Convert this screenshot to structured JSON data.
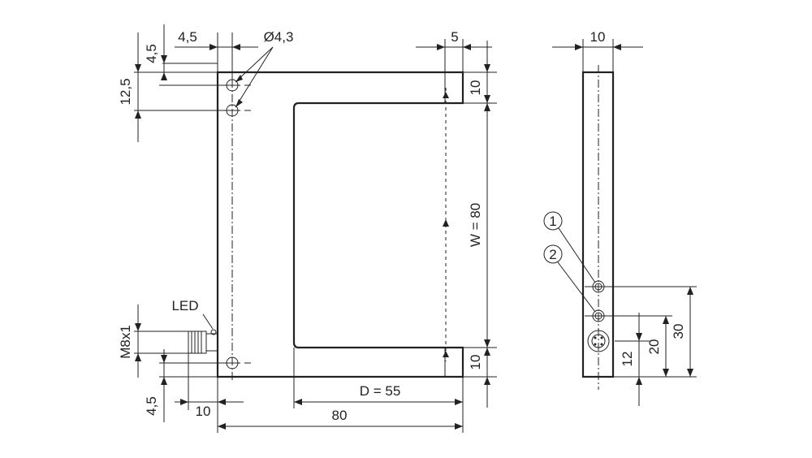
{
  "labels": {
    "top_left_vertical_offset": "4,5",
    "top_left_horizontal_offset": "4,5",
    "hole_diameter": "Ø4,3",
    "hole_spacing": "12,5",
    "right_arm_width": "5",
    "upper_arm_height": "10",
    "lower_arm_height": "10",
    "opening_width": "W = 80",
    "led": "LED",
    "connector_thread": "M8x1",
    "bottom_left_vertical_offset": "4,5",
    "connector_offset": "10",
    "slot_depth": "D = 55",
    "overall_width": "80",
    "side_width": "10",
    "callout_1": "1",
    "callout_2": "2",
    "dim_30": "30",
    "dim_20": "20",
    "dim_12": "12"
  }
}
